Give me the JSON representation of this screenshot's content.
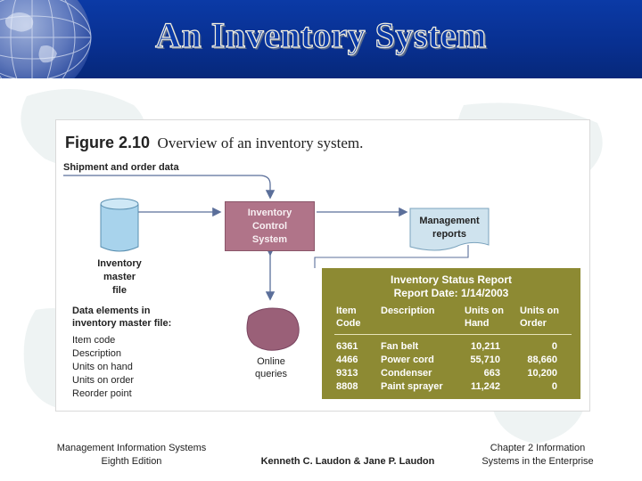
{
  "slide": {
    "title": "An Inventory System"
  },
  "figure": {
    "number": "Figure 2.10",
    "caption": "Overview of an inventory system.",
    "shipment_label": "Shipment and order data",
    "ics": [
      "Inventory",
      "Control",
      "System"
    ],
    "reports": [
      "Management",
      "reports"
    ],
    "master_file": [
      "Inventory",
      "master",
      "file"
    ],
    "data_elements_heading": [
      "Data elements in",
      "inventory master file:"
    ],
    "data_elements": [
      "Item code",
      "Description",
      "Units on hand",
      "Units on order",
      "Reorder point"
    ],
    "queries": [
      "Online",
      "queries"
    ],
    "report": {
      "title": "Inventory Status Report",
      "date": "Report Date: 1/14/2003",
      "headers": [
        [
          "Item",
          "Code"
        ],
        [
          "Description",
          ""
        ],
        [
          "Units on",
          "Hand"
        ],
        [
          "Units on",
          "Order"
        ]
      ],
      "rows": [
        [
          "6361",
          "Fan belt",
          "10,211",
          "0"
        ],
        [
          "4466",
          "Power cord",
          "55,710",
          "88,660"
        ],
        [
          "9313",
          "Condenser",
          "663",
          "10,200"
        ],
        [
          "8808",
          "Paint sprayer",
          "11,242",
          "0"
        ]
      ]
    }
  },
  "footer": {
    "left": [
      "Management Information Systems",
      "Eighth Edition"
    ],
    "center": "Kenneth C. Laudon & Jane P. Laudon",
    "right": [
      "Chapter 2 Information",
      "Systems in the Enterprise"
    ]
  },
  "colors": {
    "header_blue": "#0b3aa6",
    "ics_box": "#b07489",
    "report_bg": "#8d8a33",
    "cylinder": "#a8d3ec",
    "queries_shape": "#9a6078",
    "reports_doc": "#cfe3ee",
    "arrow": "#5b6f9a"
  },
  "icons": [
    "globe-icon",
    "database-cylinder-icon",
    "document-icon",
    "queries-blob-icon"
  ]
}
